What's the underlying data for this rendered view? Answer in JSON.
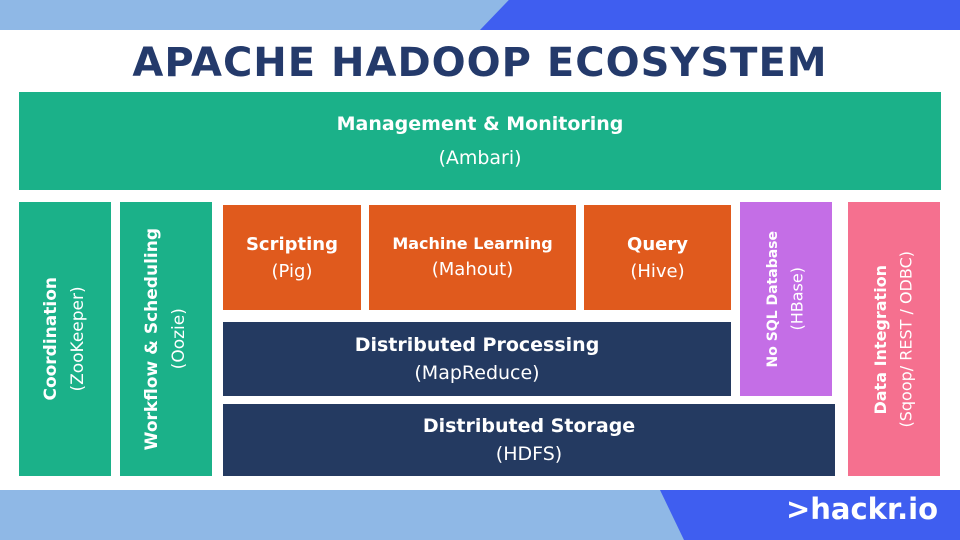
{
  "title": "APACHE HADOOP ECOSYSTEM",
  "management": {
    "label": "Management & Monitoring",
    "tool": "(Ambari)"
  },
  "coordination": {
    "label": "Coordination",
    "tool": "(ZooKeeper)"
  },
  "workflow": {
    "label": "Workflow & Scheduling",
    "tool": "(Oozie)"
  },
  "scripting": {
    "label": "Scripting",
    "tool": "(Pig)"
  },
  "machine_learning": {
    "label": "Machine Learning",
    "tool": "(Mahout)"
  },
  "query": {
    "label": "Query",
    "tool": "(Hive)"
  },
  "nosql": {
    "label": "No SQL Database",
    "tool": "(HBase)"
  },
  "data_integration": {
    "label": "Data Integration",
    "tool": "(Sqoop/ REST / ODBC)"
  },
  "processing": {
    "label": "Distributed Processing",
    "tool": "(MapReduce)"
  },
  "storage": {
    "label": "Distributed Storage",
    "tool": "(HDFS)"
  },
  "brand": ">hackr.io",
  "colors": {
    "green": "#1bb189",
    "orange": "#e05a1d",
    "navy": "#243a61",
    "purple": "#c46ee6",
    "pink": "#f5708f",
    "title": "#243a6b",
    "band_light": "#8fb8e6",
    "band_dark": "#3f5ef0"
  }
}
